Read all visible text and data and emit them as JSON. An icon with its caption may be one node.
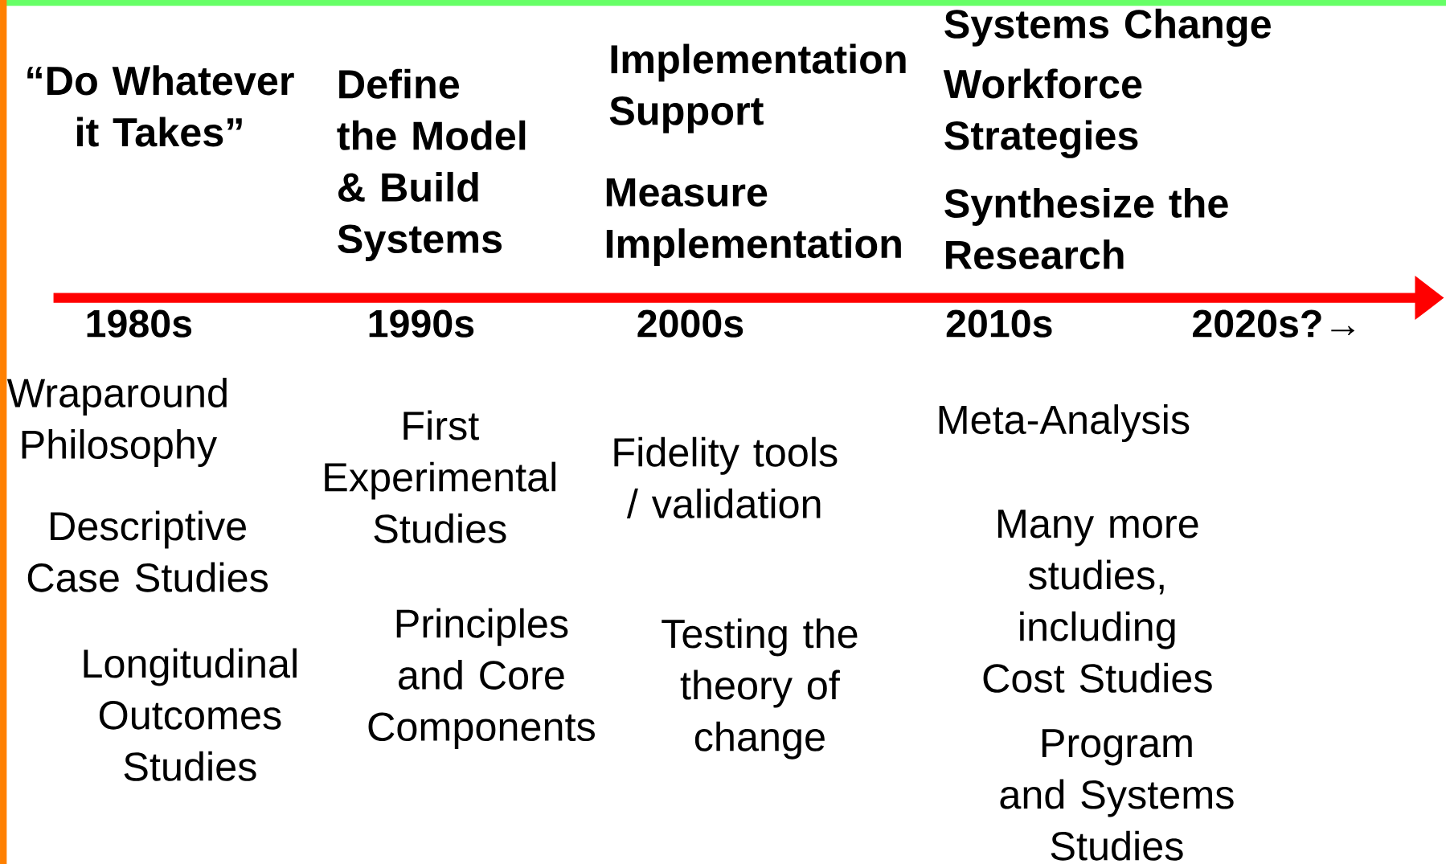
{
  "diagram": {
    "labels": [
      "“Do Whatever it Takes”",
      "Define the Model & Build Systems",
      "Implementation Support",
      "Measure Implementation",
      "Systems Change",
      "Workforce Strategies",
      "Synthesize the Research",
      "1980s",
      "1990s",
      "2000s",
      "2010s",
      "2020s?→",
      "Wraparound Philosophy",
      "Descriptive Case Studies",
      "Longitudinal Outcomes Studies",
      "First Experimental Studies",
      "Fidelity tools / validation",
      "Principles and Core Components",
      "Testing the theory of change",
      "Meta-Analysis",
      "Many more studies, including Cost Studies",
      "Program and Systems Studies"
    ]
  }
}
